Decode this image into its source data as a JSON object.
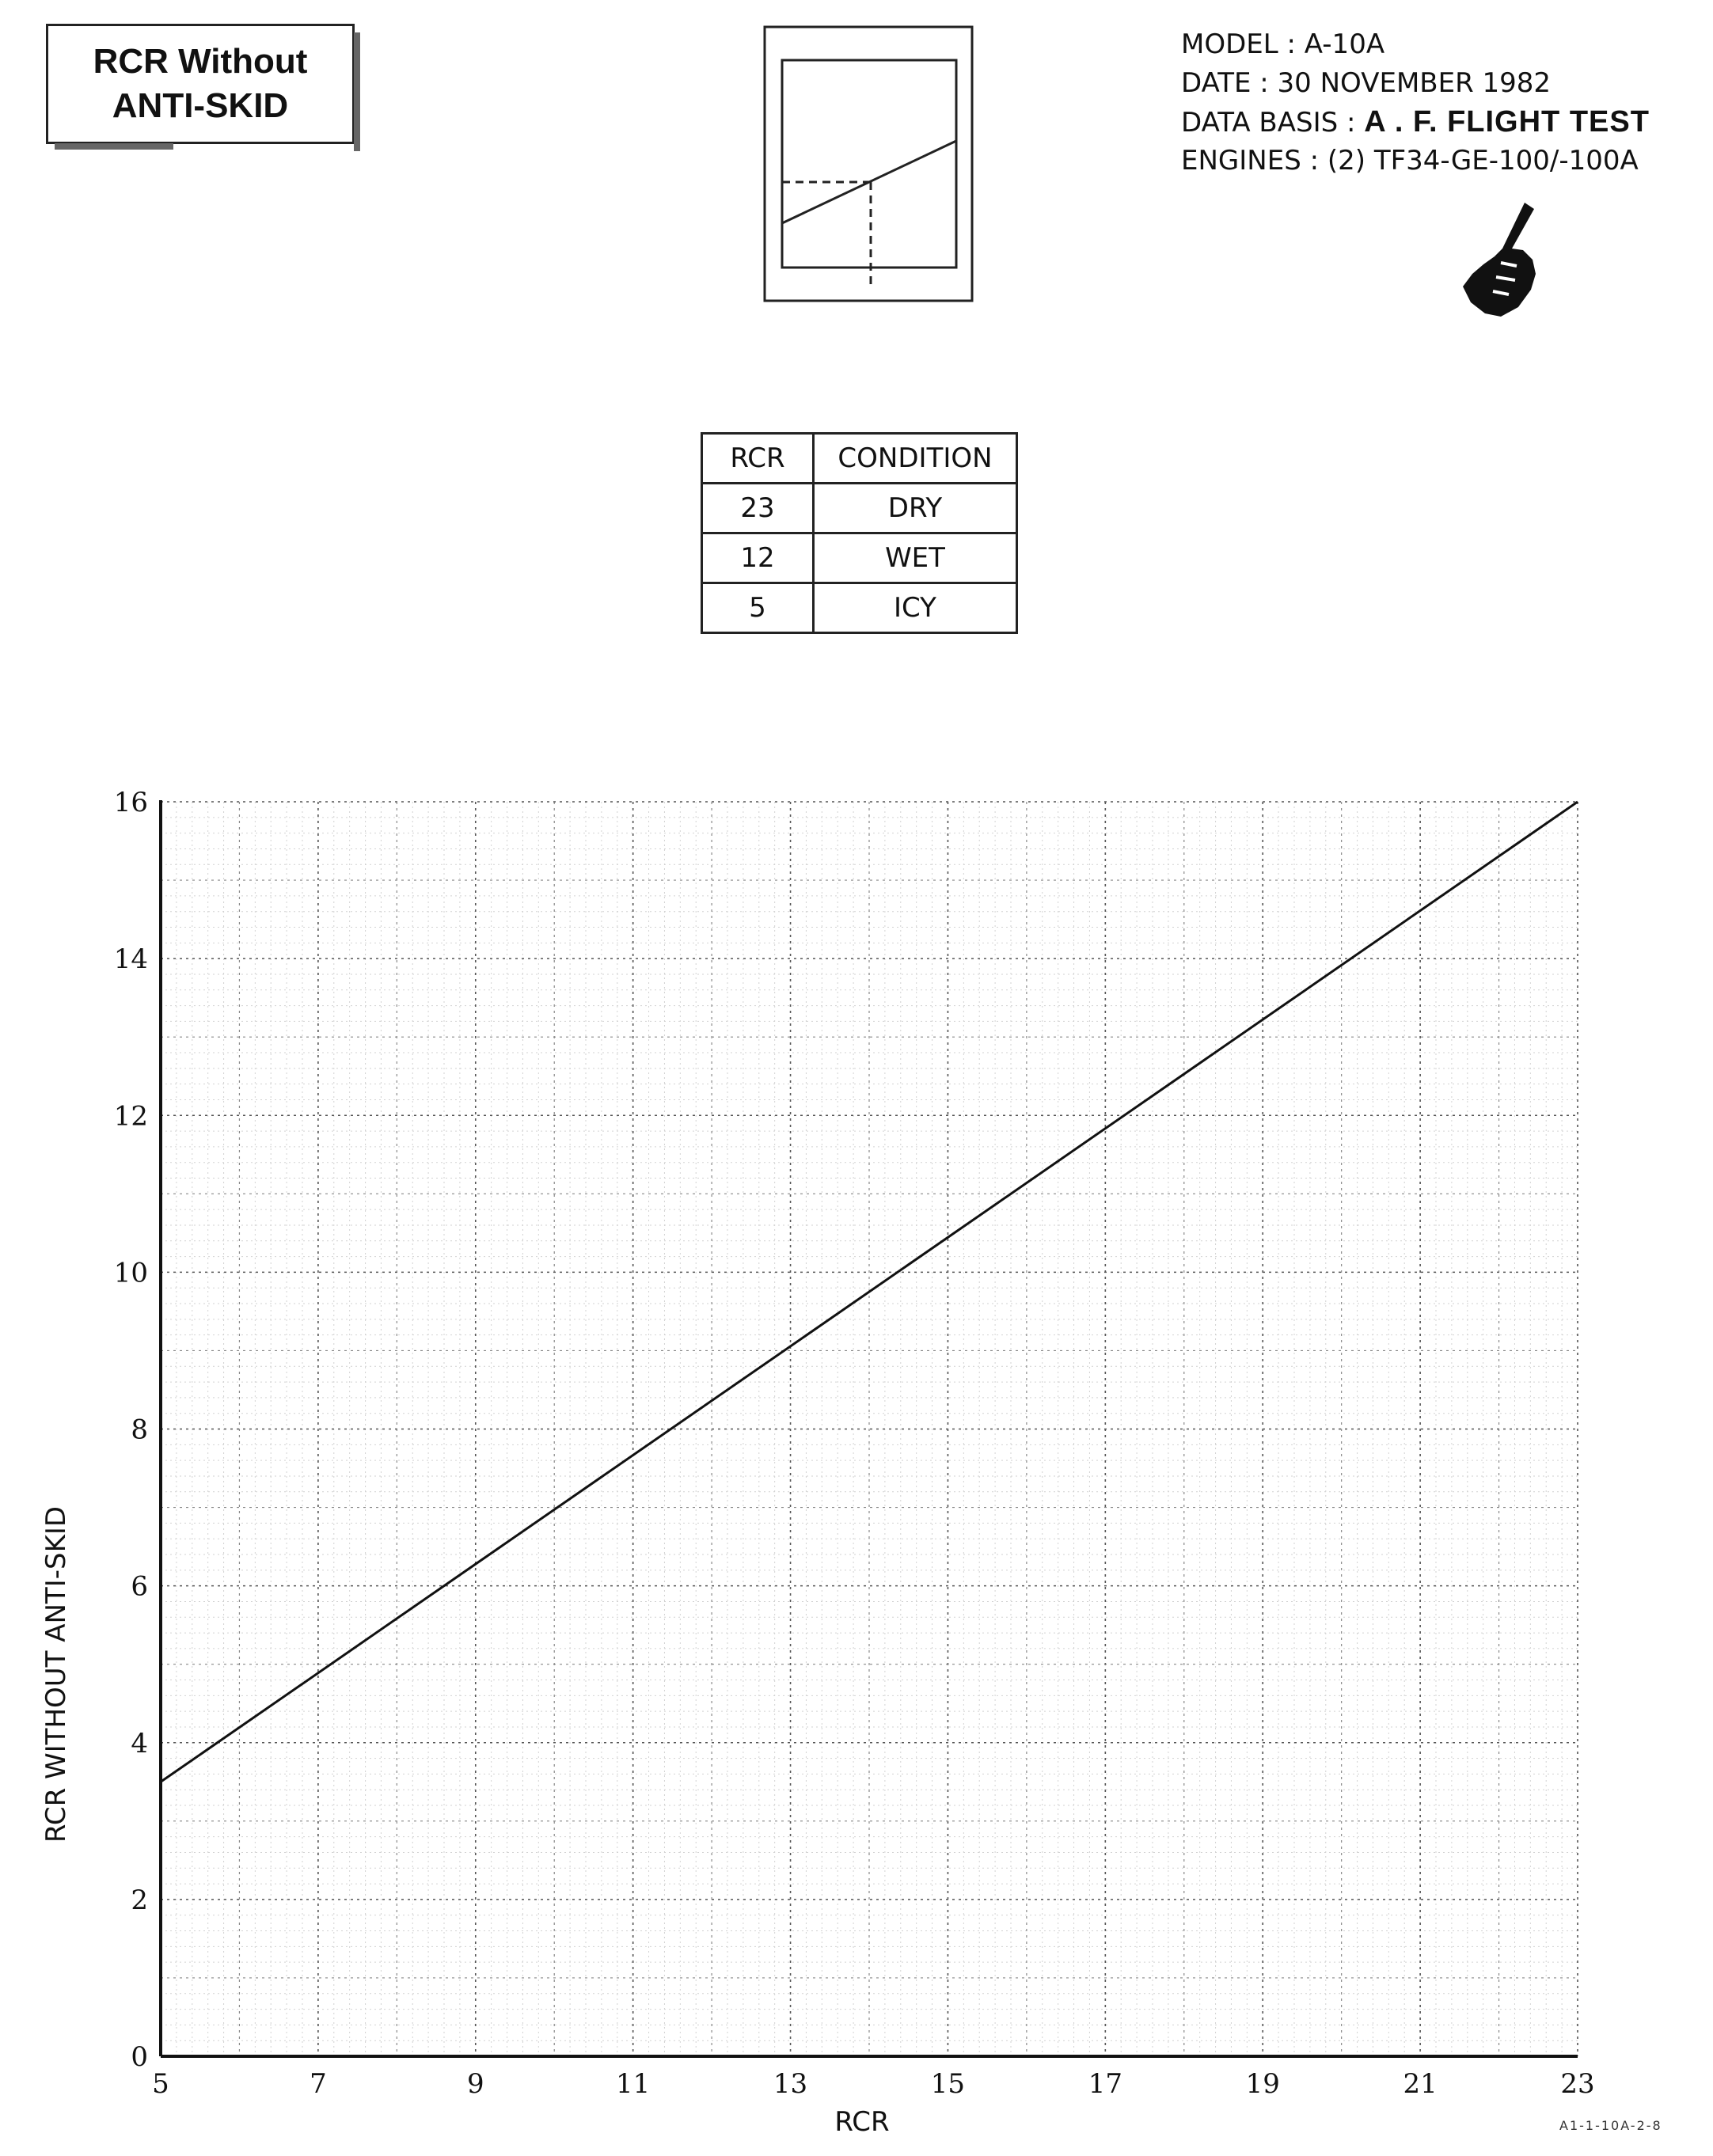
{
  "header": {
    "title_line1": "RCR Without",
    "title_line2": "ANTI-SKID",
    "model_label": "MODEL : ",
    "model_value": "A-10A",
    "date_label": "DATE : ",
    "date_value": "30 NOVEMBER 1982",
    "data_basis_label": "DATA BASIS : ",
    "data_basis_value": "A . F.  FLIGHT TEST",
    "engines_label": "ENGINES : ",
    "engines_value": "(2) TF34-GE-100/-100A"
  },
  "icons": {
    "thumbnail": "chart-thumbnail-icon",
    "hand": "pointing-hand-icon"
  },
  "condition_table": {
    "headers": [
      "RCR",
      "CONDITION"
    ],
    "rows": [
      [
        "23",
        "DRY"
      ],
      [
        "12",
        "WET"
      ],
      [
        "5",
        "ICY"
      ]
    ]
  },
  "chart_data": {
    "type": "line",
    "title": "",
    "xlabel": "RCR",
    "ylabel": "RCR WITHOUT ANTI-SKID",
    "xlim": [
      5,
      23
    ],
    "ylim": [
      0,
      16
    ],
    "xticks": [
      5,
      7,
      9,
      11,
      13,
      15,
      17,
      19,
      21,
      23
    ],
    "yticks": [
      0,
      2,
      4,
      6,
      8,
      10,
      12,
      14,
      16
    ],
    "grid": true,
    "series": [
      {
        "x": [
          5,
          23
        ],
        "y": [
          3.5,
          16
        ]
      }
    ]
  },
  "footer": {
    "reference": "A1-1-10A-2-8"
  }
}
